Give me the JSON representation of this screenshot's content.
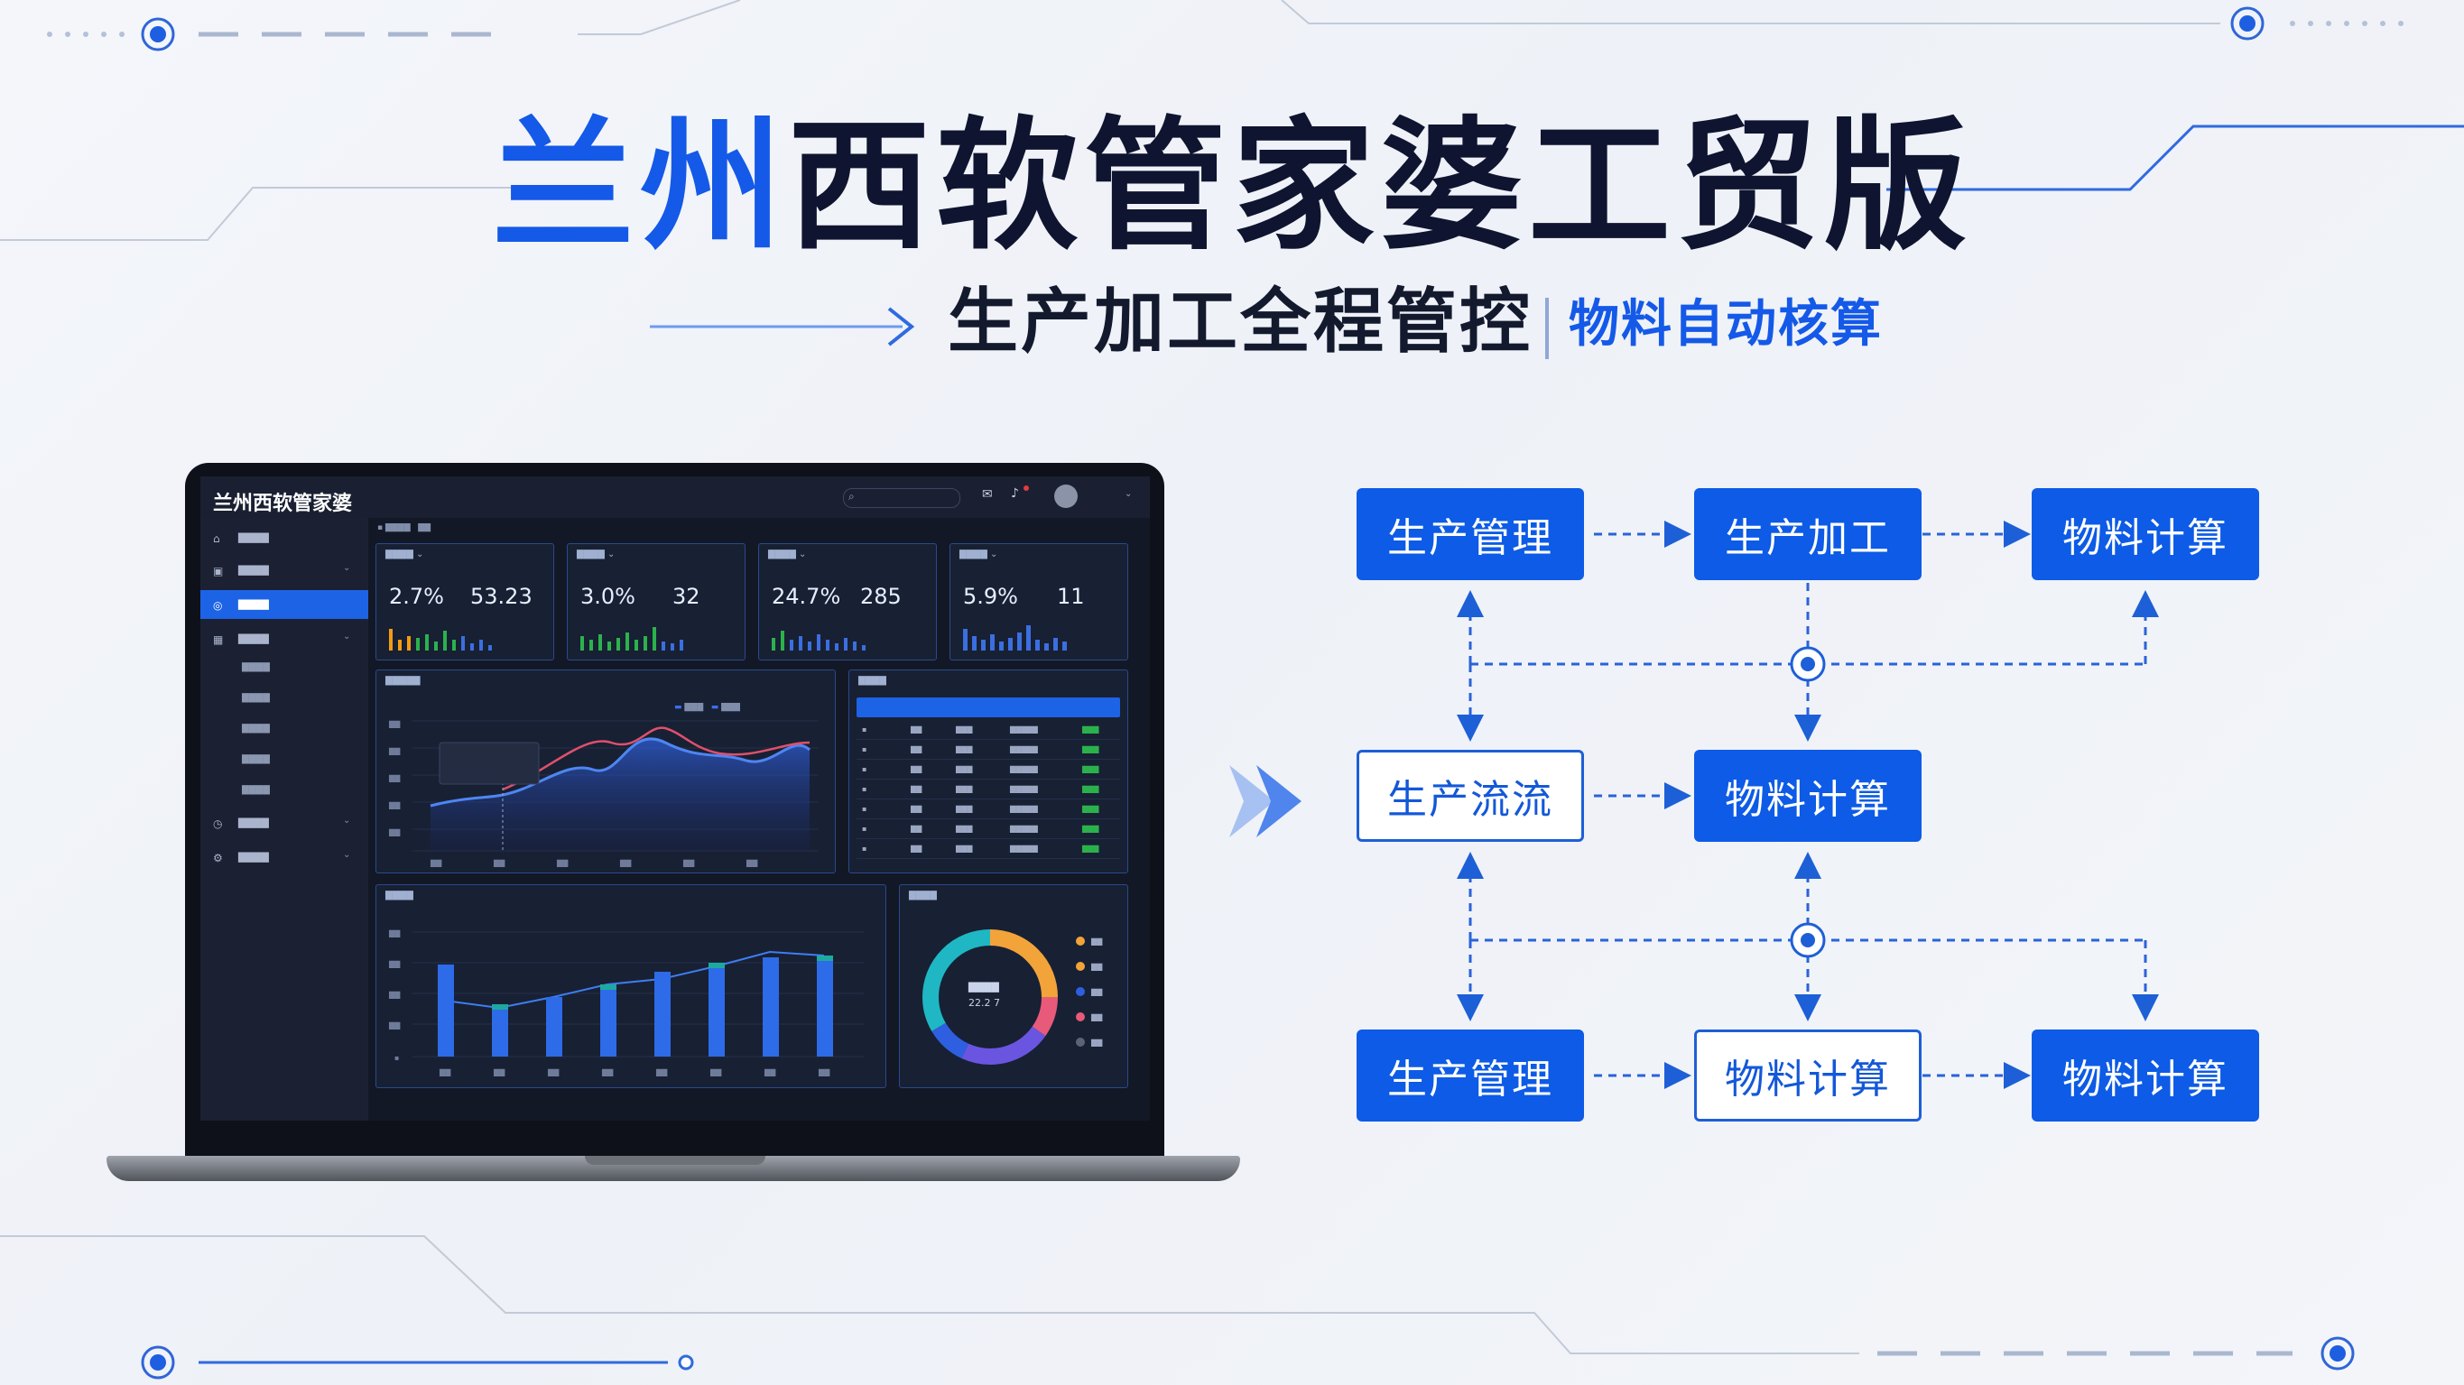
{
  "header": {
    "title_highlight": "兰州",
    "title_rest": "西软管家婆工贸版",
    "subtitle": "生产加工全程管控",
    "subtitle_secondary": "物料自动核算"
  },
  "app": {
    "title": "兰州西软管家婆",
    "sidebar": [
      {
        "icon": "home-icon",
        "label": "▇▇▇▇"
      },
      {
        "icon": "box-icon",
        "label": "▇▇▇▇"
      },
      {
        "icon": "gauge-icon",
        "label": "▇▇▇▇",
        "active": true
      },
      {
        "icon": "factory-icon",
        "label": "▇▇▇▇"
      },
      {
        "icon": "clock-icon",
        "label": "▇▇▇▇"
      },
      {
        "icon": "settings-icon",
        "label": "▇▇▇▇"
      }
    ],
    "stats": [
      {
        "pct": "2.7%",
        "num": "53.23"
      },
      {
        "pct": "3.0%",
        "num": "32"
      },
      {
        "pct": "24.7%",
        "num": "285"
      },
      {
        "pct": "5.9%",
        "num": "11"
      }
    ],
    "donut_center": [
      "▇▇▇▇",
      "22.2 7"
    ],
    "colors": {
      "accent": "#1d63e6",
      "line_blue": "#3a6fe8",
      "line_red": "#e0506a"
    }
  },
  "flow": {
    "row1": [
      "生产管理",
      "生产加工",
      "物料计算"
    ],
    "row2": [
      "生产流流",
      "物料计算"
    ],
    "row3": [
      "生产管理",
      "物料计算",
      "物料计算"
    ]
  }
}
